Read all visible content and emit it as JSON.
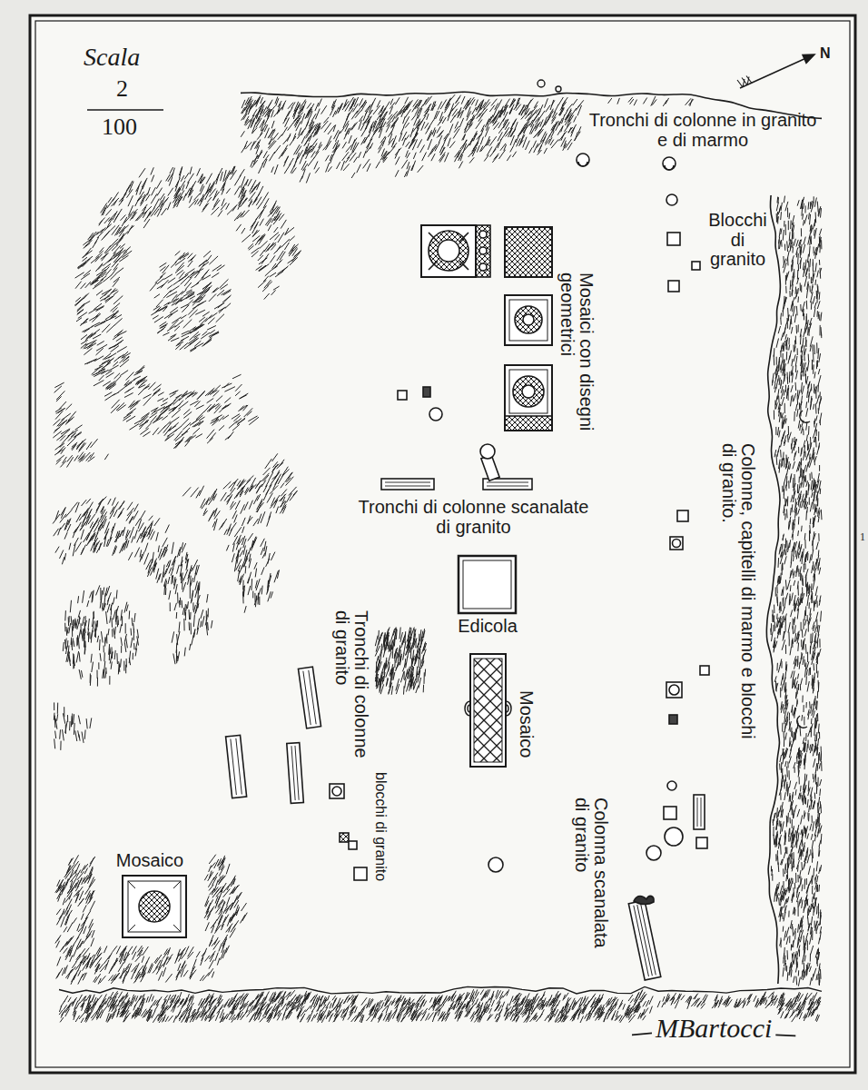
{
  "diagram": {
    "nodes": [
      {
        "text": [
          "Edicola"
        ]
      },
      {
        "text": [
          "Mosaico"
        ]
      },
      {
        "text": [
          "Mosaico"
        ]
      }
    ],
    "labels": [
      "Scala",
      "2",
      "100",
      "N",
      "Tronchi di colonne in granito e di marmo",
      "Blocchi di granito",
      "Mosaici con disegni geometrici",
      "Tronchi di colonne scanalate di granito",
      "Tronchi di colonne di granito",
      "Colonne, capitelli di marmo e blocchi di granito.",
      "blocchi di granito",
      "Colonna scanalata di granito",
      "MBartocci",
      "1"
    ]
  }
}
